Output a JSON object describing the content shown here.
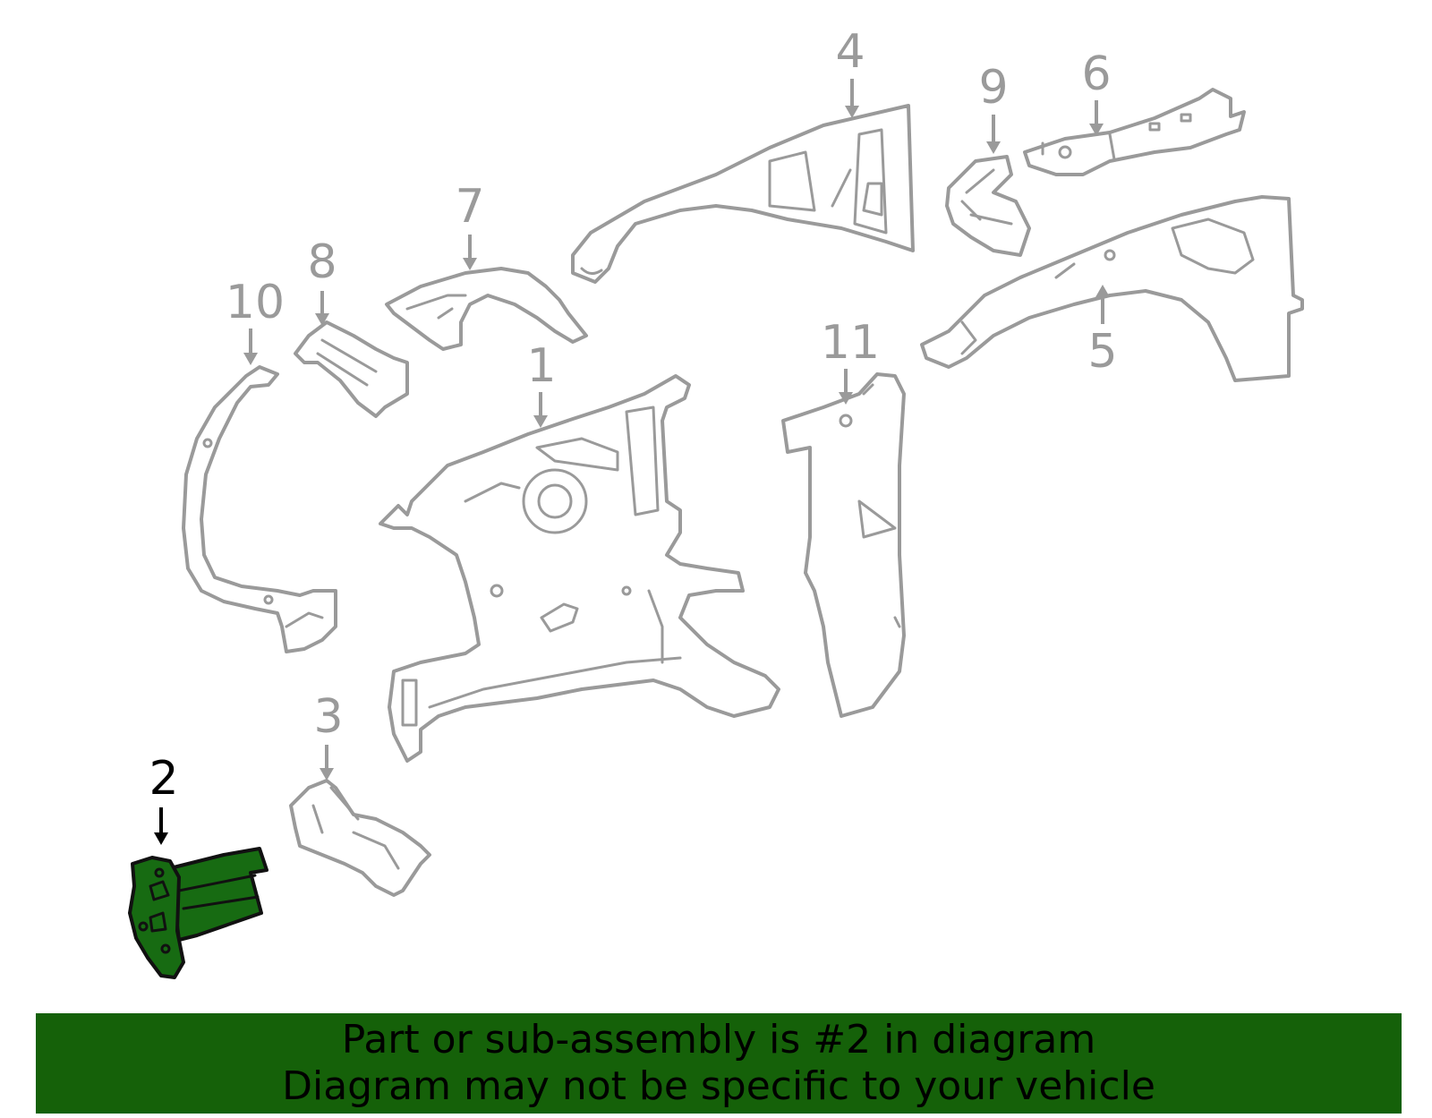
{
  "callouts": {
    "c1": "1",
    "c2": "2",
    "c3": "3",
    "c4": "4",
    "c5": "5",
    "c6": "6",
    "c7": "7",
    "c8": "8",
    "c9": "9",
    "c10": "10",
    "c11": "11"
  },
  "highlighted_part": "2",
  "colors": {
    "highlight_fill": "#176b12",
    "banner_background": "#156109",
    "part_outline": "#9a9a9a",
    "text": "#000000"
  },
  "banner": {
    "line1": "Part or sub-assembly is #2 in diagram",
    "line2": "Diagram may not be specific to your vehicle"
  }
}
